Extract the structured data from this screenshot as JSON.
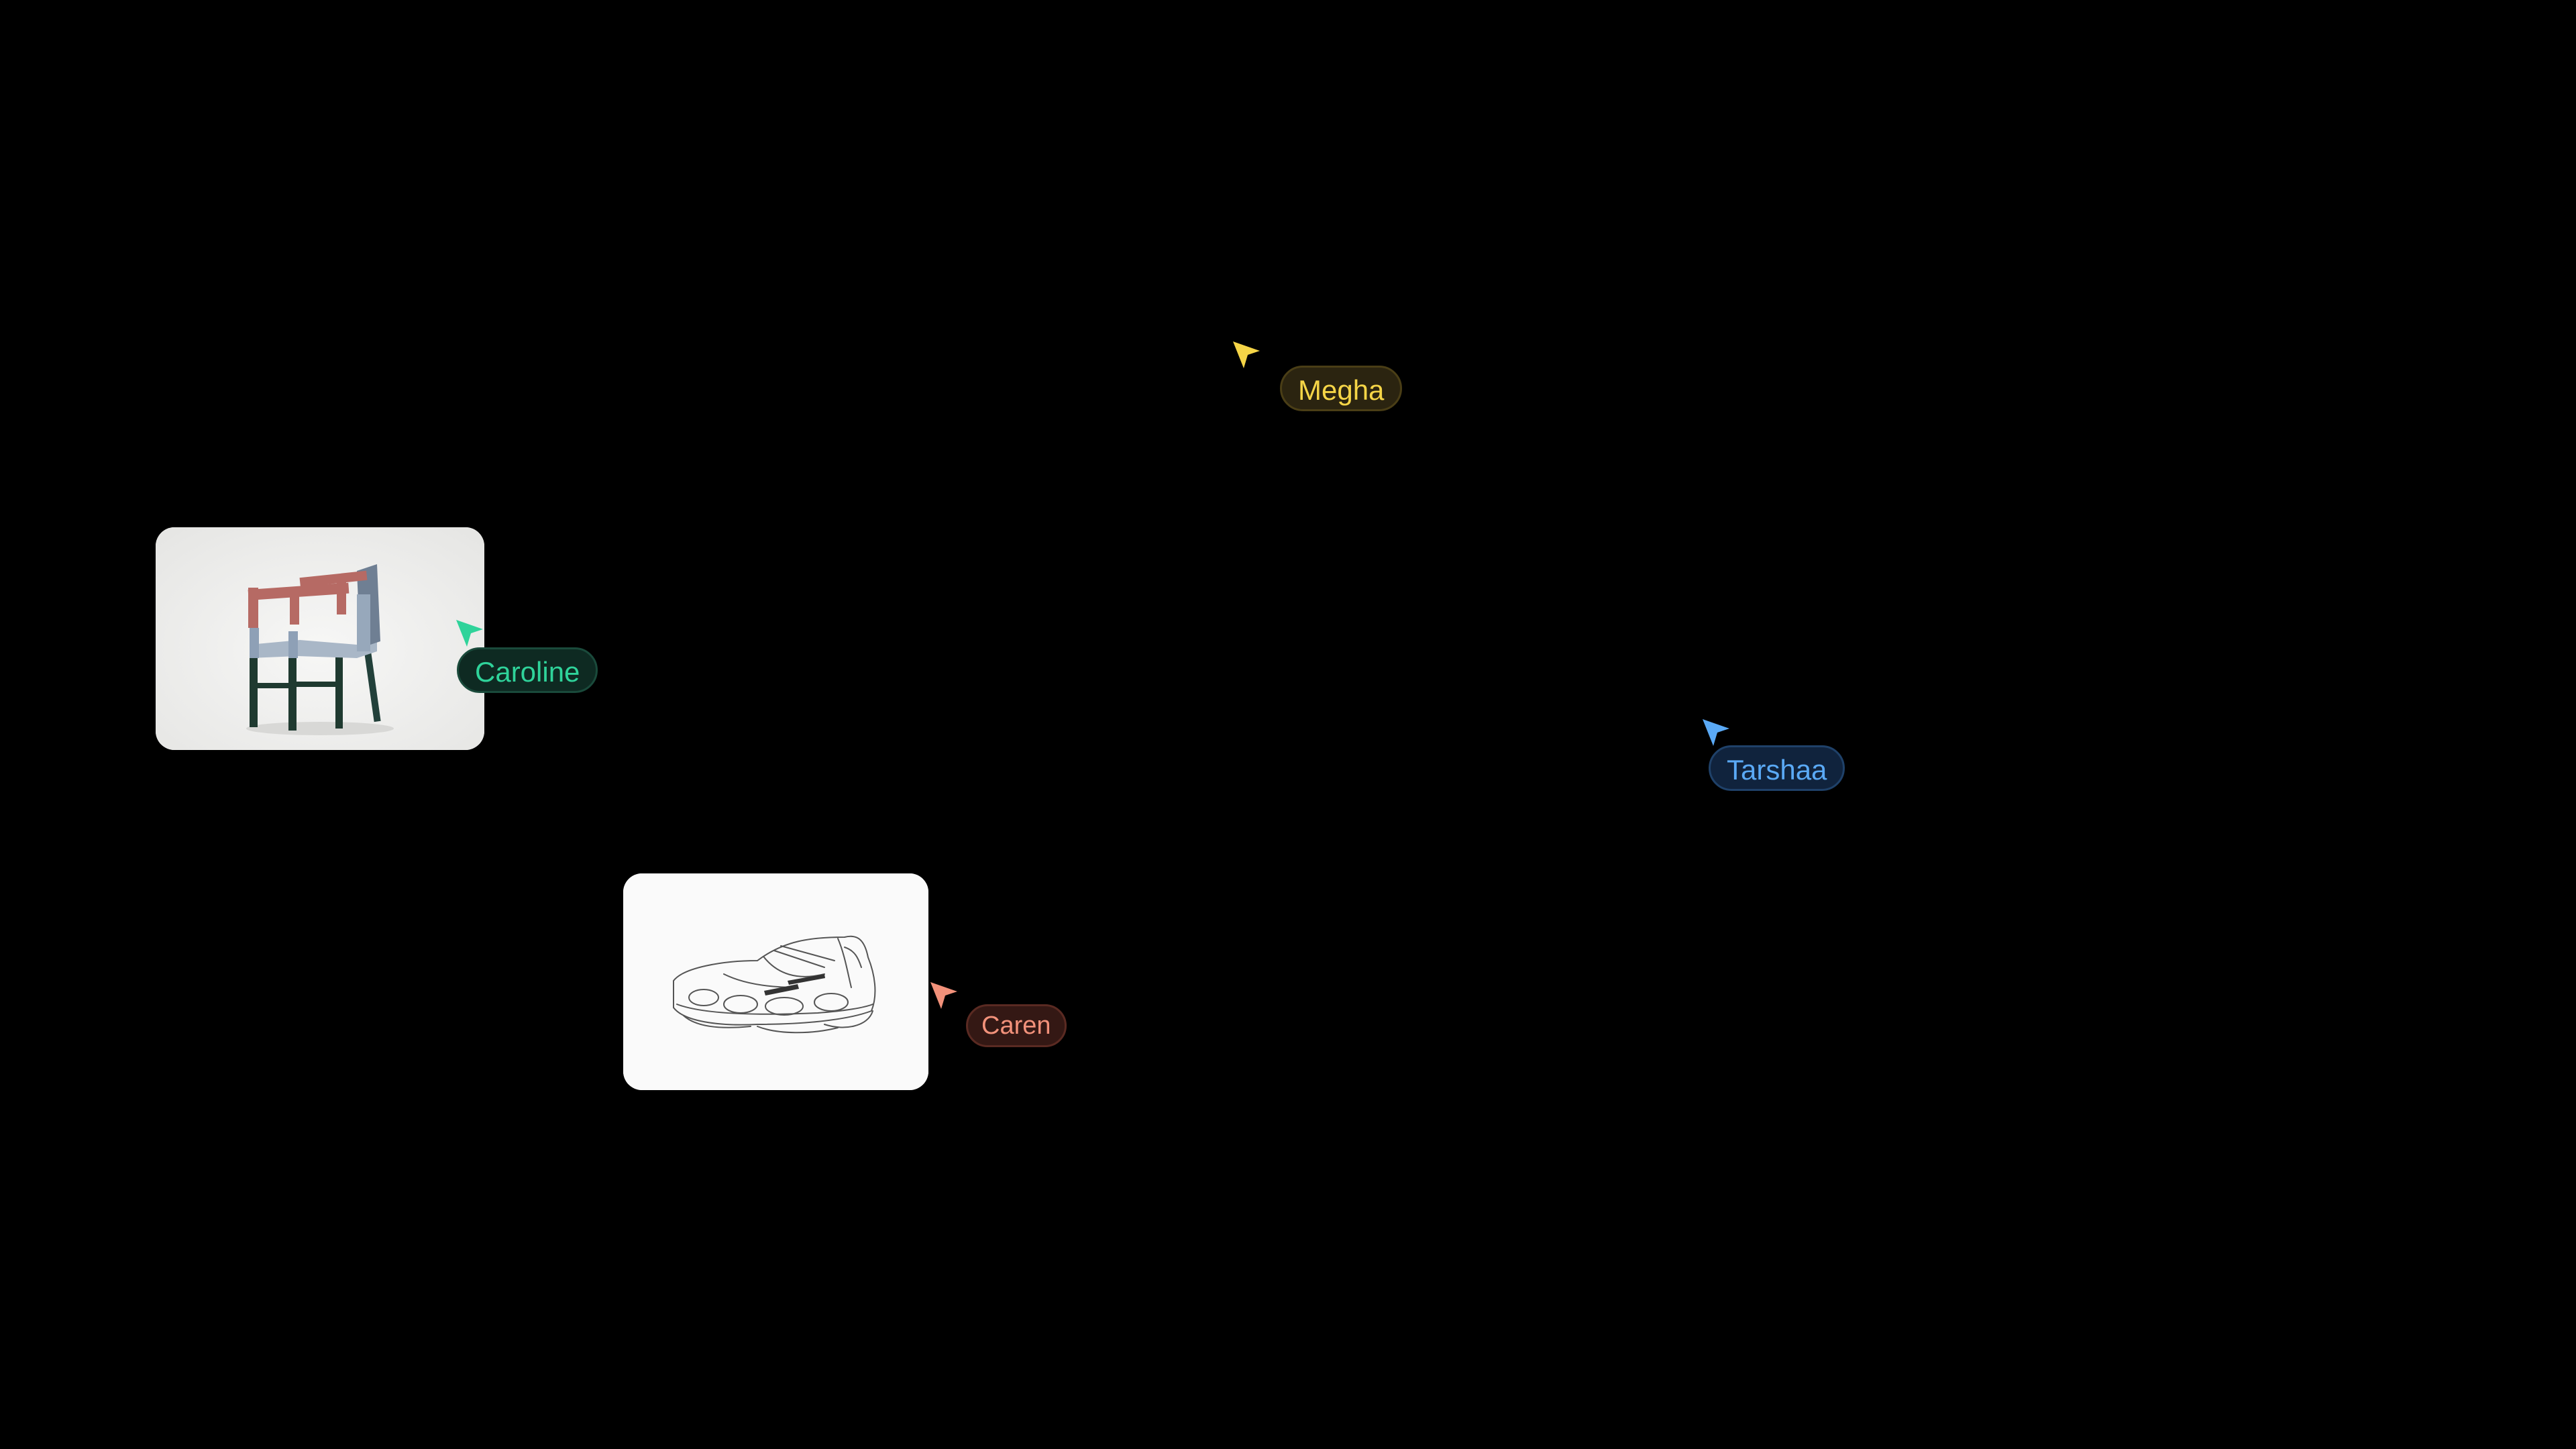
{
  "canvas": {
    "background": "#000000"
  },
  "images": [
    {
      "name": "chair-image",
      "subject": "chair"
    },
    {
      "name": "shoe-sketch-image",
      "subject": "sneaker-sketch"
    }
  ],
  "collaborators": {
    "megha": {
      "name": "Megha",
      "color": "#f5d547",
      "icon": "cursor-arrow-icon"
    },
    "caroline": {
      "name": "Caroline",
      "color": "#2fd39a",
      "icon": "cursor-arrow-icon"
    },
    "tarshaa": {
      "name": "Tarshaa",
      "color": "#5aa9f5",
      "icon": "cursor-arrow-icon"
    },
    "caren": {
      "name": "Caren",
      "color": "#f2917a",
      "icon": "cursor-arrow-icon"
    }
  }
}
